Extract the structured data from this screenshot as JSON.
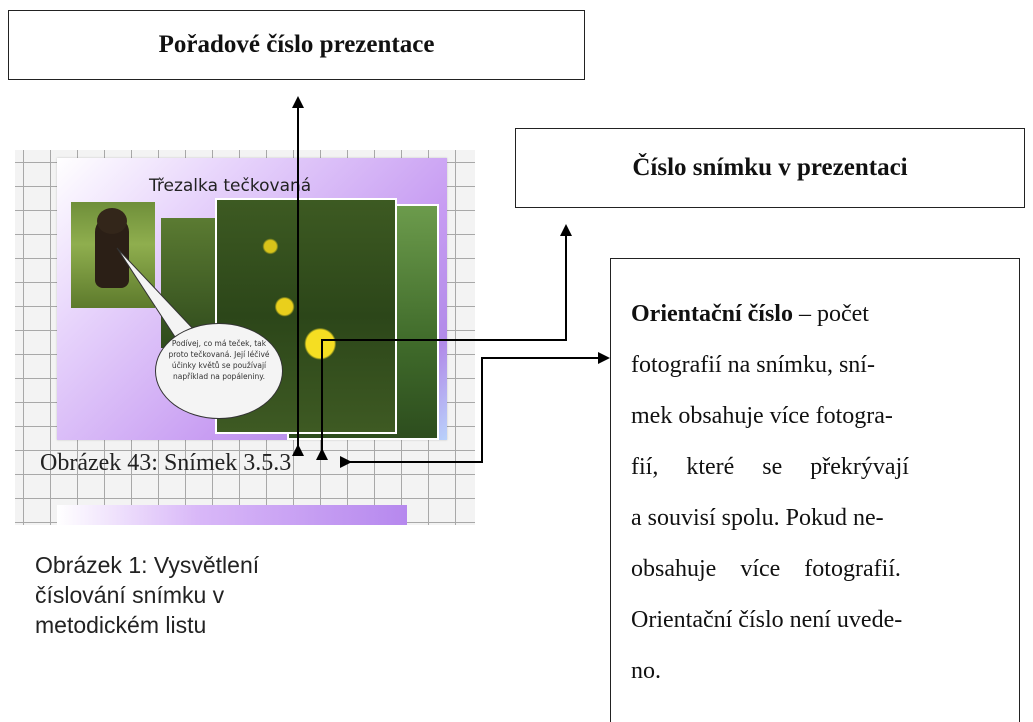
{
  "box_order_title": "Pořadové číslo prezentace",
  "box_slide_title": "Číslo snímku v prezentaci",
  "orient_box": {
    "bold_term": "Orientační číslo",
    "lines": [
      " – počet",
      "fotografií na snímku, sní-",
      "mek obsahuje více fotogra-",
      "fií, které se překrývají",
      "a souvisí spolu. Pokud ne-",
      "obsahuje více fotografií.",
      "Orientační číslo není uvede-",
      "no."
    ]
  },
  "thumbnail": {
    "slide_title": "Třezalka tečkovaná",
    "bubble_text": "Podívej, co má teček, tak proto tečkovaná. Její léčivé účinky květů se používají například na popáleniny.",
    "caption": "Obrázek 43: Snímek 3.5.3"
  },
  "figure_caption": "Obrázek 1: Vysvětlení číslování snímku v metodickém listu",
  "colors": {
    "arrow": "#000000",
    "slide_purple": "#b18ae8"
  }
}
